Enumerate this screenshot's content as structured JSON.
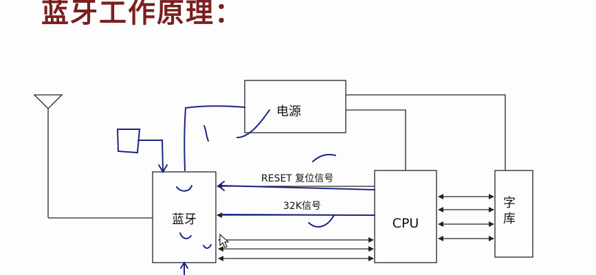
{
  "title": "蓝牙工作原理：",
  "blocks": {
    "power": "电源",
    "bluetooth": "蓝牙",
    "cpu": "CPU",
    "font_lib_line1": "字",
    "font_lib_line2": "库"
  },
  "signals": {
    "reset": "RESET 复位信号",
    "clock": "32K信号"
  },
  "colors": {
    "title": "#7a1f1f",
    "line": "#222222",
    "annotation": "#1a237e"
  }
}
